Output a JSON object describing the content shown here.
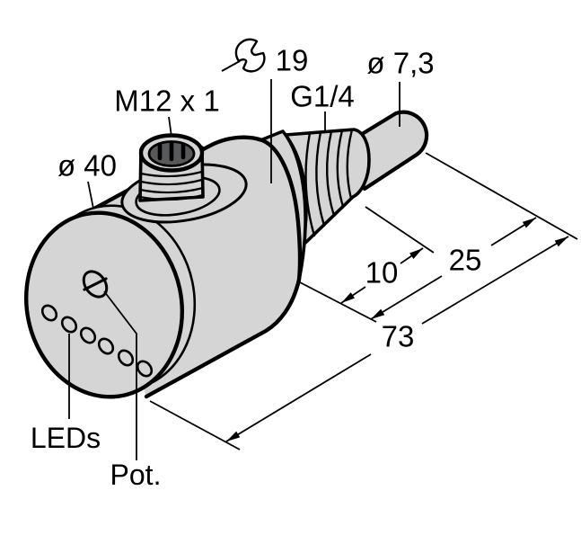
{
  "drawing": {
    "labels": {
      "connector_thread": "M12 x 1",
      "wrench_size": "19",
      "process_thread": "G1/4",
      "tip_diameter": "ø 7,3",
      "housing_diameter": "ø 40",
      "leds": "LEDs",
      "potentiometer": "Pot."
    },
    "dimensions": {
      "thread_length": "10",
      "tip_length": "25",
      "overall_length": "73"
    },
    "icons": {
      "wrench": "wrench-icon"
    },
    "colors": {
      "outline": "#000000",
      "housing_fill": "#d5d5d5",
      "connector_face_fill": "#58595b",
      "background": "#ffffff"
    }
  }
}
